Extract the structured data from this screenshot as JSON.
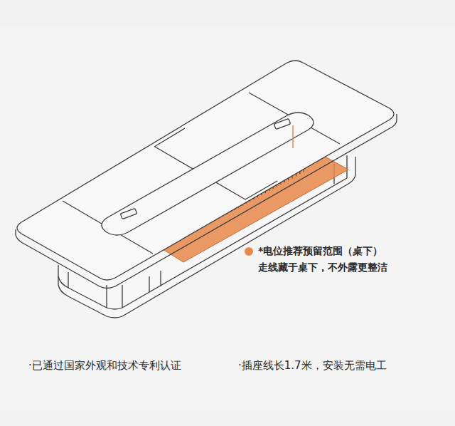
{
  "diagram": {
    "labels": [
      "走线藏于桌下，不外露更整洁",
      "·已通过国家外观和技术专利认证",
      "·插座线长1.7米，安装无需电工"
    ],
    "legend": [
      {
        "text": "*电位推荐预留范围（桌下）",
        "color": "#e8884a"
      }
    ]
  }
}
